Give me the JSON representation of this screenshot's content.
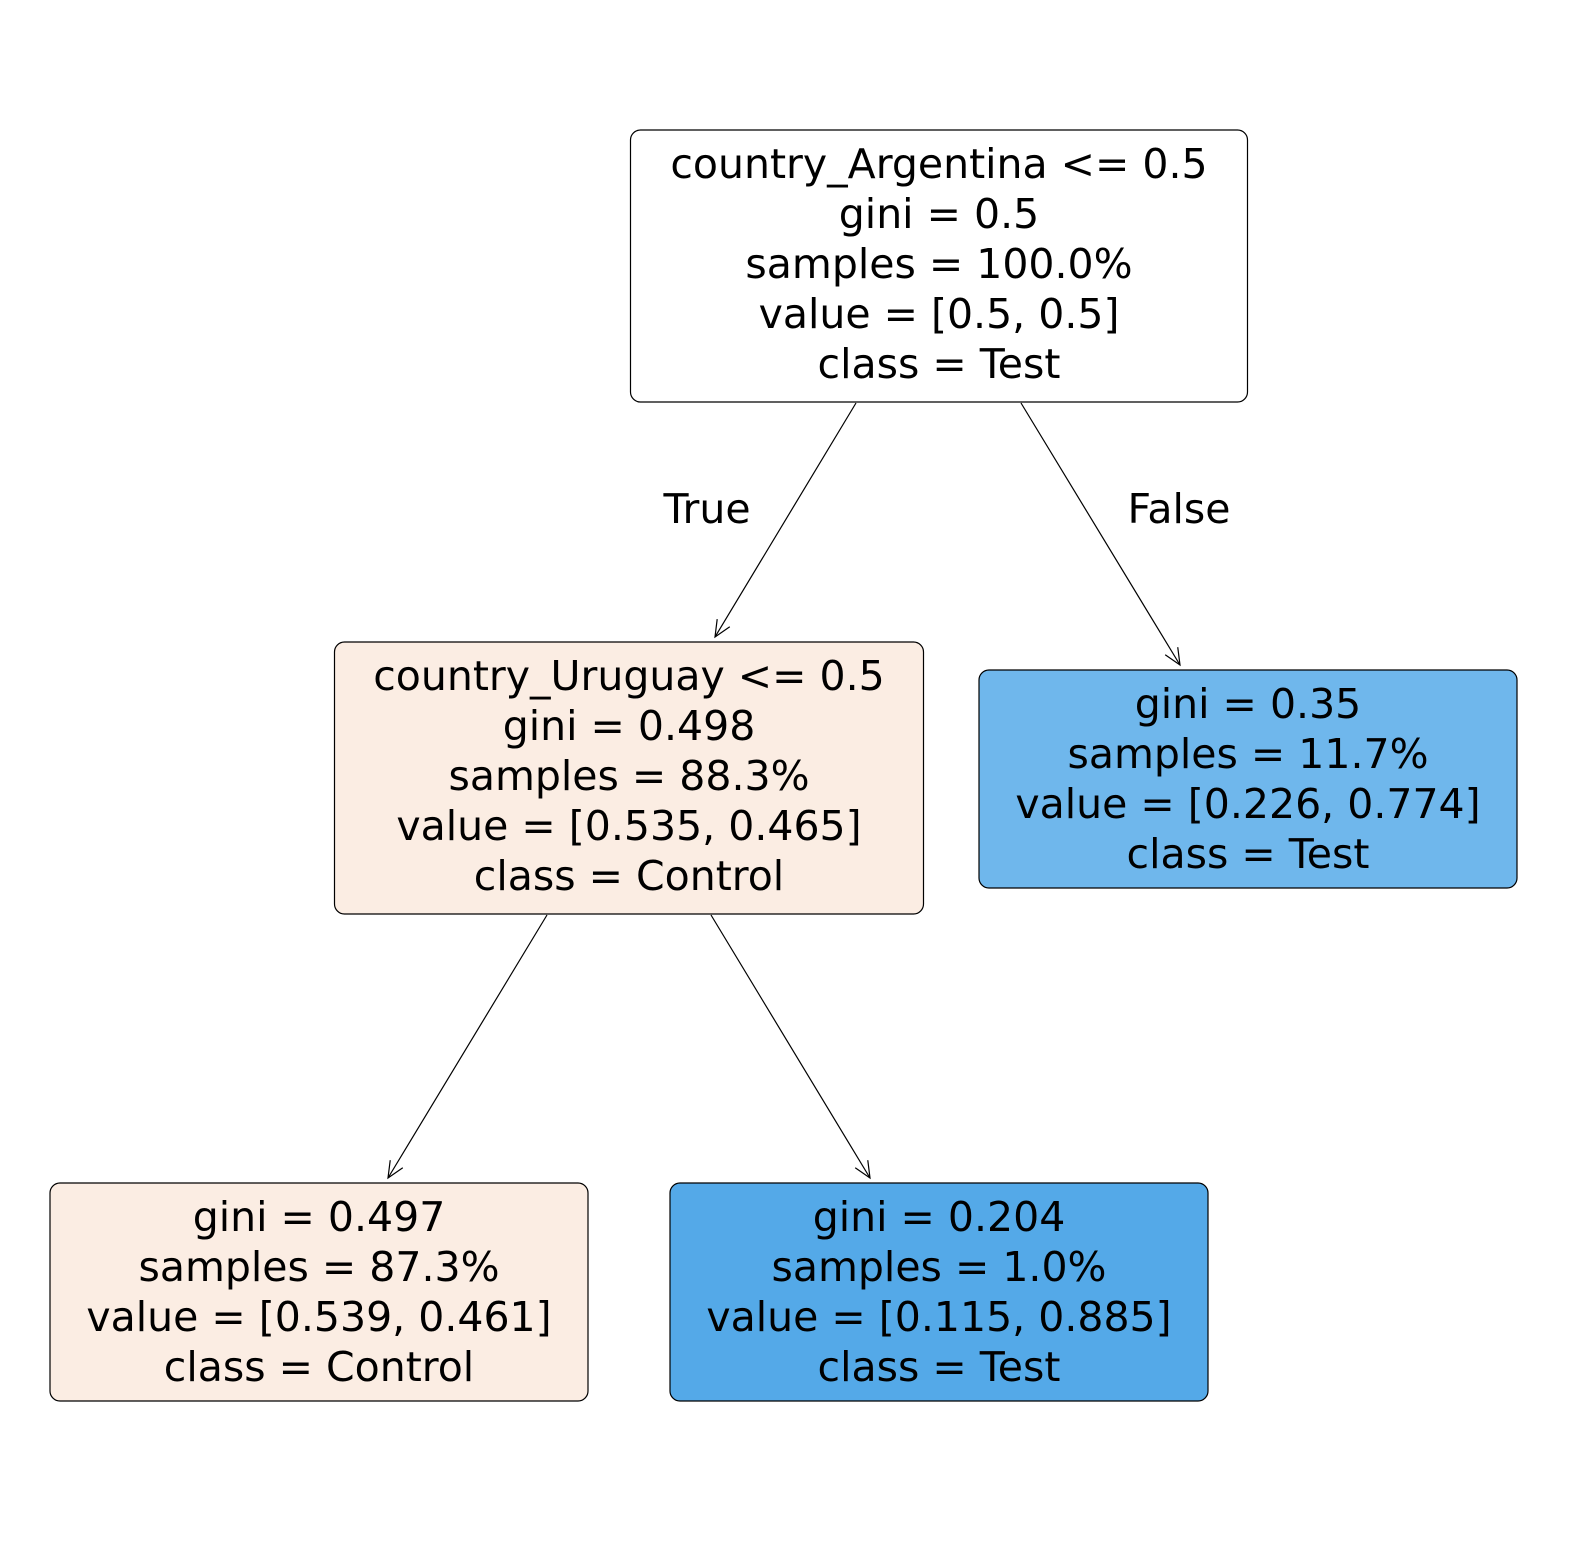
{
  "branch_labels": {
    "true_label": "True",
    "false_label": "False"
  },
  "colors": {
    "root": "#ffffff",
    "control_light": "#fbede3",
    "test_medium": "#6fb7ec",
    "test_strong": "#54a9e8",
    "edge": "#000000"
  },
  "nodes": [
    {
      "id": "root",
      "lines": [
        "country_Argentina <= 0.5",
        "gini = 0.5",
        "samples = 100.0%",
        "value = [0.5, 0.5]",
        "class = Test"
      ],
      "color_key": "root"
    },
    {
      "id": "left",
      "lines": [
        "country_Uruguay <= 0.5",
        "gini = 0.498",
        "samples = 88.3%",
        "value = [0.535, 0.465]",
        "class = Control"
      ],
      "color_key": "control_light"
    },
    {
      "id": "right",
      "lines": [
        "gini = 0.35",
        "samples = 11.7%",
        "value = [0.226, 0.774]",
        "class = Test"
      ],
      "color_key": "test_medium"
    },
    {
      "id": "left_left",
      "lines": [
        "gini = 0.497",
        "samples = 87.3%",
        "value = [0.539, 0.461]",
        "class = Control"
      ],
      "color_key": "control_light"
    },
    {
      "id": "left_right",
      "lines": [
        "gini = 0.204",
        "samples = 1.0%",
        "value = [0.115, 0.885]",
        "class = Test"
      ],
      "color_key": "test_strong"
    }
  ],
  "edges": [
    {
      "from": "root",
      "to": "left"
    },
    {
      "from": "root",
      "to": "right"
    },
    {
      "from": "left",
      "to": "left_left"
    },
    {
      "from": "left",
      "to": "left_right"
    }
  ]
}
